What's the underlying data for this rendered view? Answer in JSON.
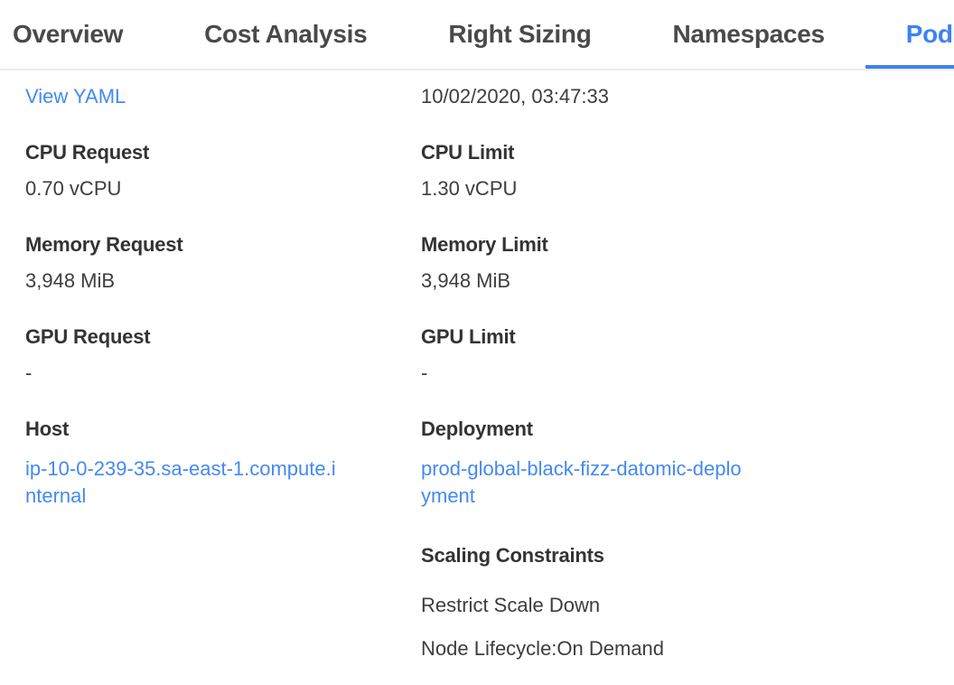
{
  "tabs": [
    {
      "label": "Overview",
      "active": false
    },
    {
      "label": "Cost Analysis",
      "active": false
    },
    {
      "label": "Right Sizing",
      "active": false
    },
    {
      "label": "Namespaces",
      "active": false
    },
    {
      "label": "Pods",
      "active": true
    }
  ],
  "colors": {
    "accent_blue": "#3d82f2",
    "link_blue": "#4489f0",
    "divider_gray": "#ececec",
    "label_text": "#333333",
    "value_text": "#3d3d3d",
    "tab_text": "#4a4a4a"
  },
  "detail": {
    "view_yaml_label": "View YAML",
    "timestamp": "10/02/2020, 03:47:33",
    "left_fields": [
      {
        "label": "CPU Request",
        "value": "0.70 vCPU"
      },
      {
        "label": "Memory Request",
        "value": "3,948 MiB"
      },
      {
        "label": "GPU Request",
        "value": "-"
      },
      {
        "label": "Host",
        "value": "ip-10-0-239-35.sa-east-1.compute.internal"
      }
    ],
    "right_fields": [
      {
        "label": "CPU Limit",
        "value": "1.30 vCPU"
      },
      {
        "label": "Memory Limit",
        "value": "3,948 MiB"
      },
      {
        "label": "GPU Limit",
        "value": "-"
      },
      {
        "label": "Deployment",
        "value": "prod-global-black-fizz-datomic-deployment"
      }
    ],
    "scaling_constraints": {
      "title": "Scaling Constraints",
      "items": [
        "Restrict Scale Down",
        "Node Lifecycle:On Demand"
      ]
    }
  }
}
